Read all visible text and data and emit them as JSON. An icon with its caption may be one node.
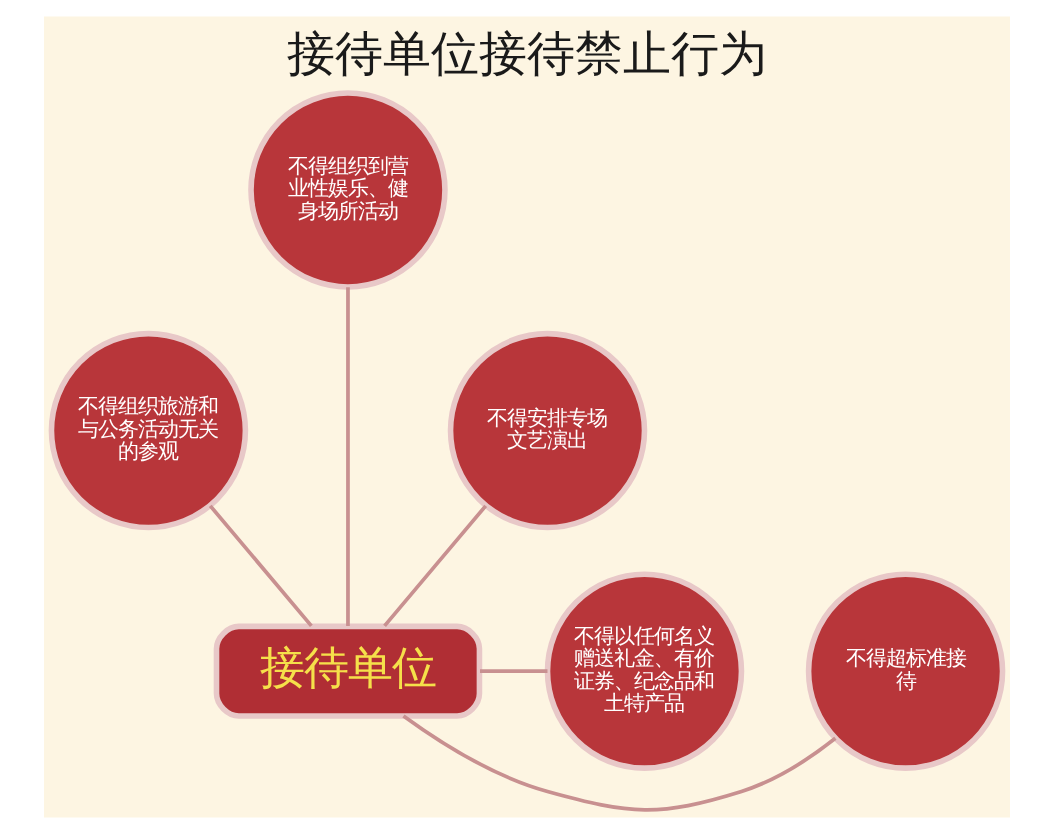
{
  "diagram": {
    "title": "接待单位接待禁止行为",
    "nodes": [
      {
        "text": [
          "不得超标准接待"
        ]
      },
      {
        "text": [
          "不得组织旅游和与公务活动无关的参观"
        ]
      },
      {
        "text": [
          "不得组织到营业性娱乐、健身场所活动"
        ]
      },
      {
        "text": [
          "不得安排专场文艺演出"
        ]
      },
      {
        "text": [
          "不得以任何名义赠送礼金、有价证券、纪念品和土特产品"
        ]
      },
      {
        "text": [
          "接待单位"
        ]
      }
    ],
    "edges": [
      {
        "from": 5,
        "to": 0,
        "arrow": "none"
      },
      {
        "from": 5,
        "to": 1,
        "arrow": "none"
      },
      {
        "from": 5,
        "to": 2,
        "arrow": "none"
      },
      {
        "from": 5,
        "to": 3,
        "arrow": "none"
      },
      {
        "from": 5,
        "to": 4,
        "arrow": "none"
      }
    ]
  }
}
